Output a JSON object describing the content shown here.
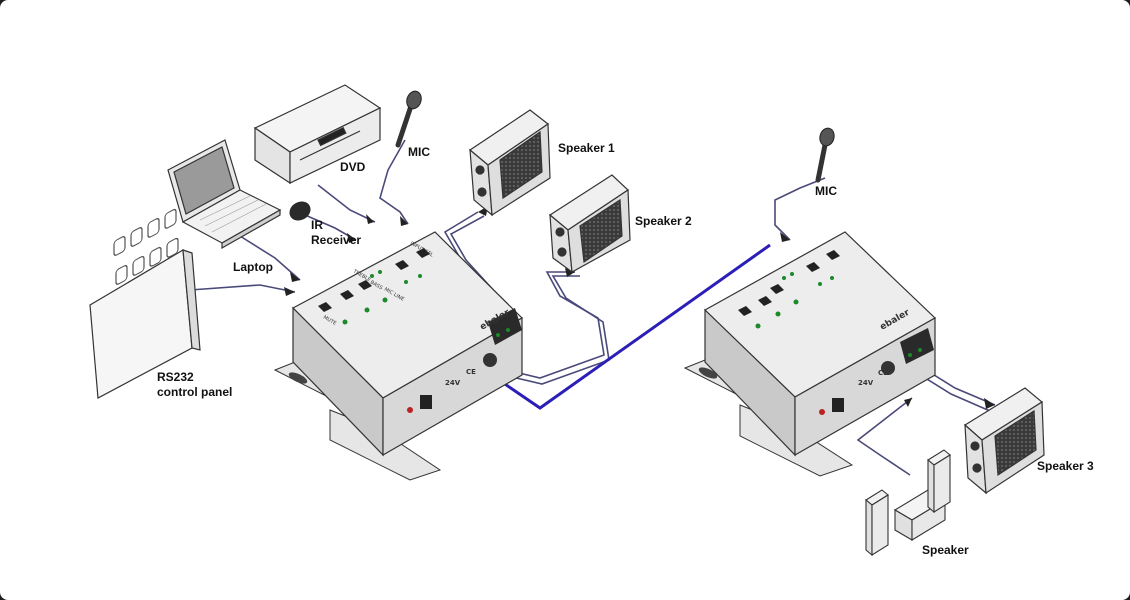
{
  "labels": {
    "dvd": "DVD",
    "mic_left": "MIC",
    "speaker1": "Speaker 1",
    "speaker2": "Speaker 2",
    "ir_receiver": "IR\nReceiver",
    "laptop": "Laptop",
    "rs232": "RS232\ncontrol panel",
    "mic_right": "MIC",
    "speaker3": "Speaker 3",
    "speaker": "Speaker"
  },
  "device_panel": {
    "brand": "ebaler",
    "mute": "MUTE",
    "treble": "TREBLE",
    "bass": "BASS",
    "mic_line": "MIC LINE",
    "input_sel": "INPUT SEL",
    "power": "24V",
    "ce": "CE"
  },
  "colors": {
    "link_cable": "#2b1fb8",
    "cable": "#4a4a7a",
    "device_top": "#ededed",
    "device_side": "#c9c9c9"
  }
}
